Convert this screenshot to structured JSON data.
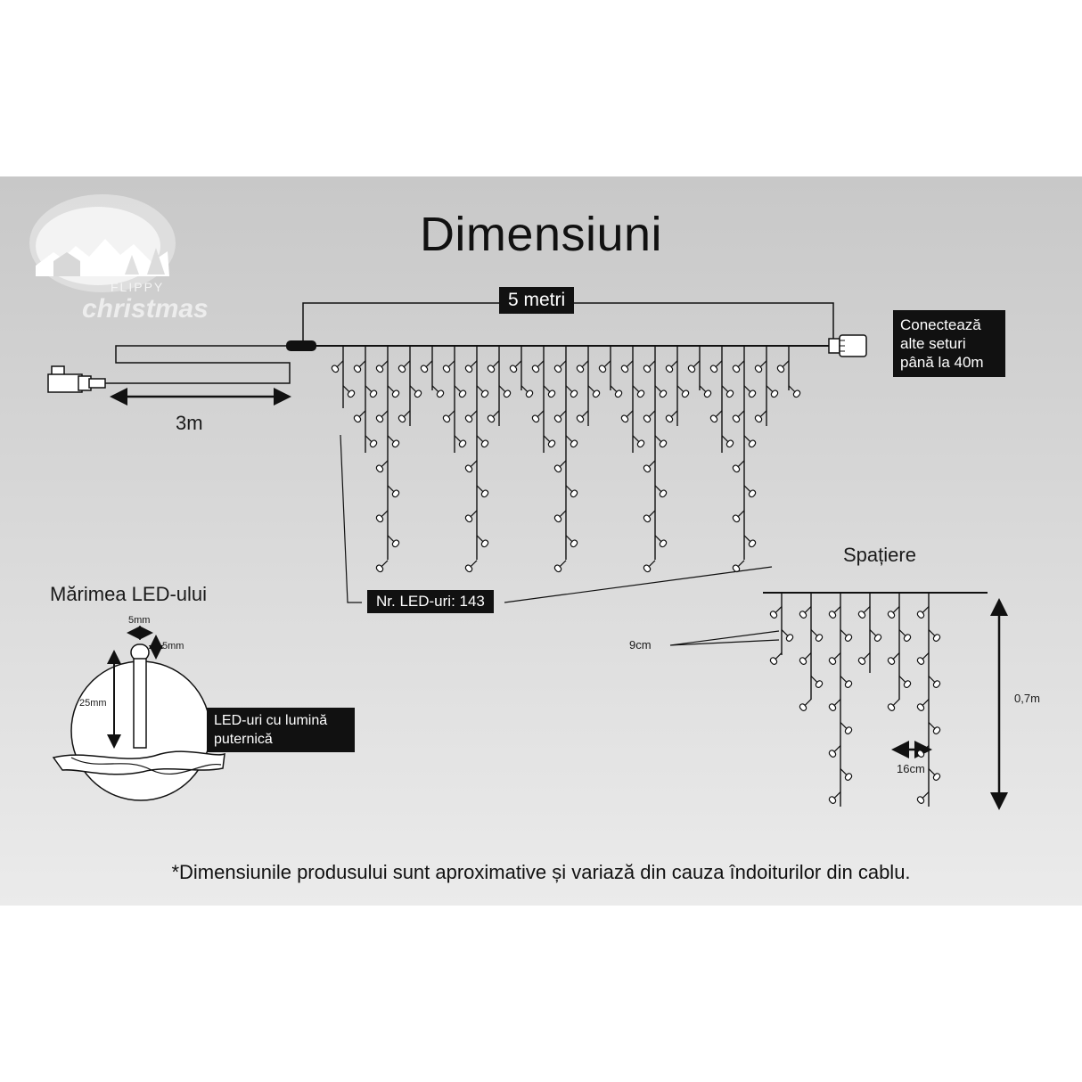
{
  "title": "Dimensiuni",
  "logo": {
    "line1": "FLIPPY",
    "line2": "christmas"
  },
  "lead_length": "3m",
  "main_length": "5 metri",
  "connect_text": [
    "Conectează",
    "alte seturi",
    "până la 40m"
  ],
  "led_count": "Nr. LED-uri: 143",
  "led_size": {
    "title": "Mărimea LED-ului",
    "width": "5mm",
    "cap": "5mm",
    "height": "25mm",
    "desc": [
      "LED-uri cu lumină",
      "puternică"
    ]
  },
  "spacing": {
    "title": "Spațiere",
    "vertical": "9cm",
    "horizontal": "16cm",
    "drop": "0,7m"
  },
  "footnote": "*Dimensiunile produsului sunt aproximative și variază din cauza îndoiturilor din cablu.",
  "colors": {
    "background_top": "#c8c8c8",
    "background_bottom": "#ebebeb",
    "ink": "#111111",
    "label_box": "#111111"
  }
}
